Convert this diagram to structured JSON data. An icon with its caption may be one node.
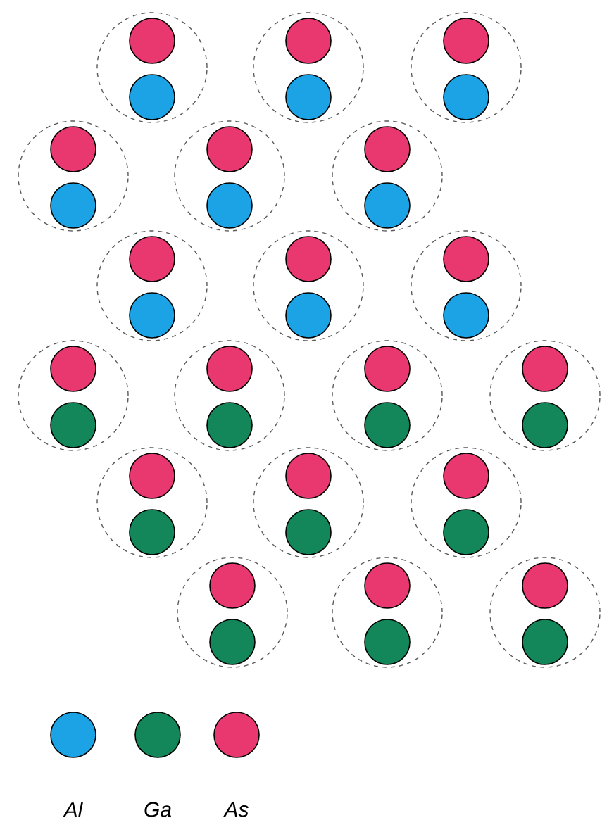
{
  "diagram": {
    "legend": [
      {
        "text": "Al",
        "color": "#1ba3e6"
      },
      {
        "text": "Ga",
        "color": "#13875a"
      },
      {
        "text": "As",
        "color": "#e8386f"
      }
    ]
  }
}
